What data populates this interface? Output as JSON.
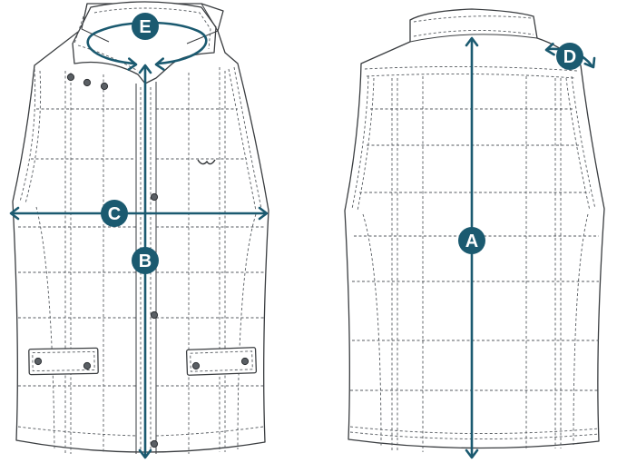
{
  "colors": {
    "accent": "#1b5a70",
    "line": "#3a3d40",
    "background": "#ffffff"
  },
  "labels": {
    "a": "A",
    "b": "B",
    "c": "C",
    "d": "D",
    "e": "E"
  },
  "icons": [
    "brand-logo-icon",
    "snap-button-icon"
  ]
}
